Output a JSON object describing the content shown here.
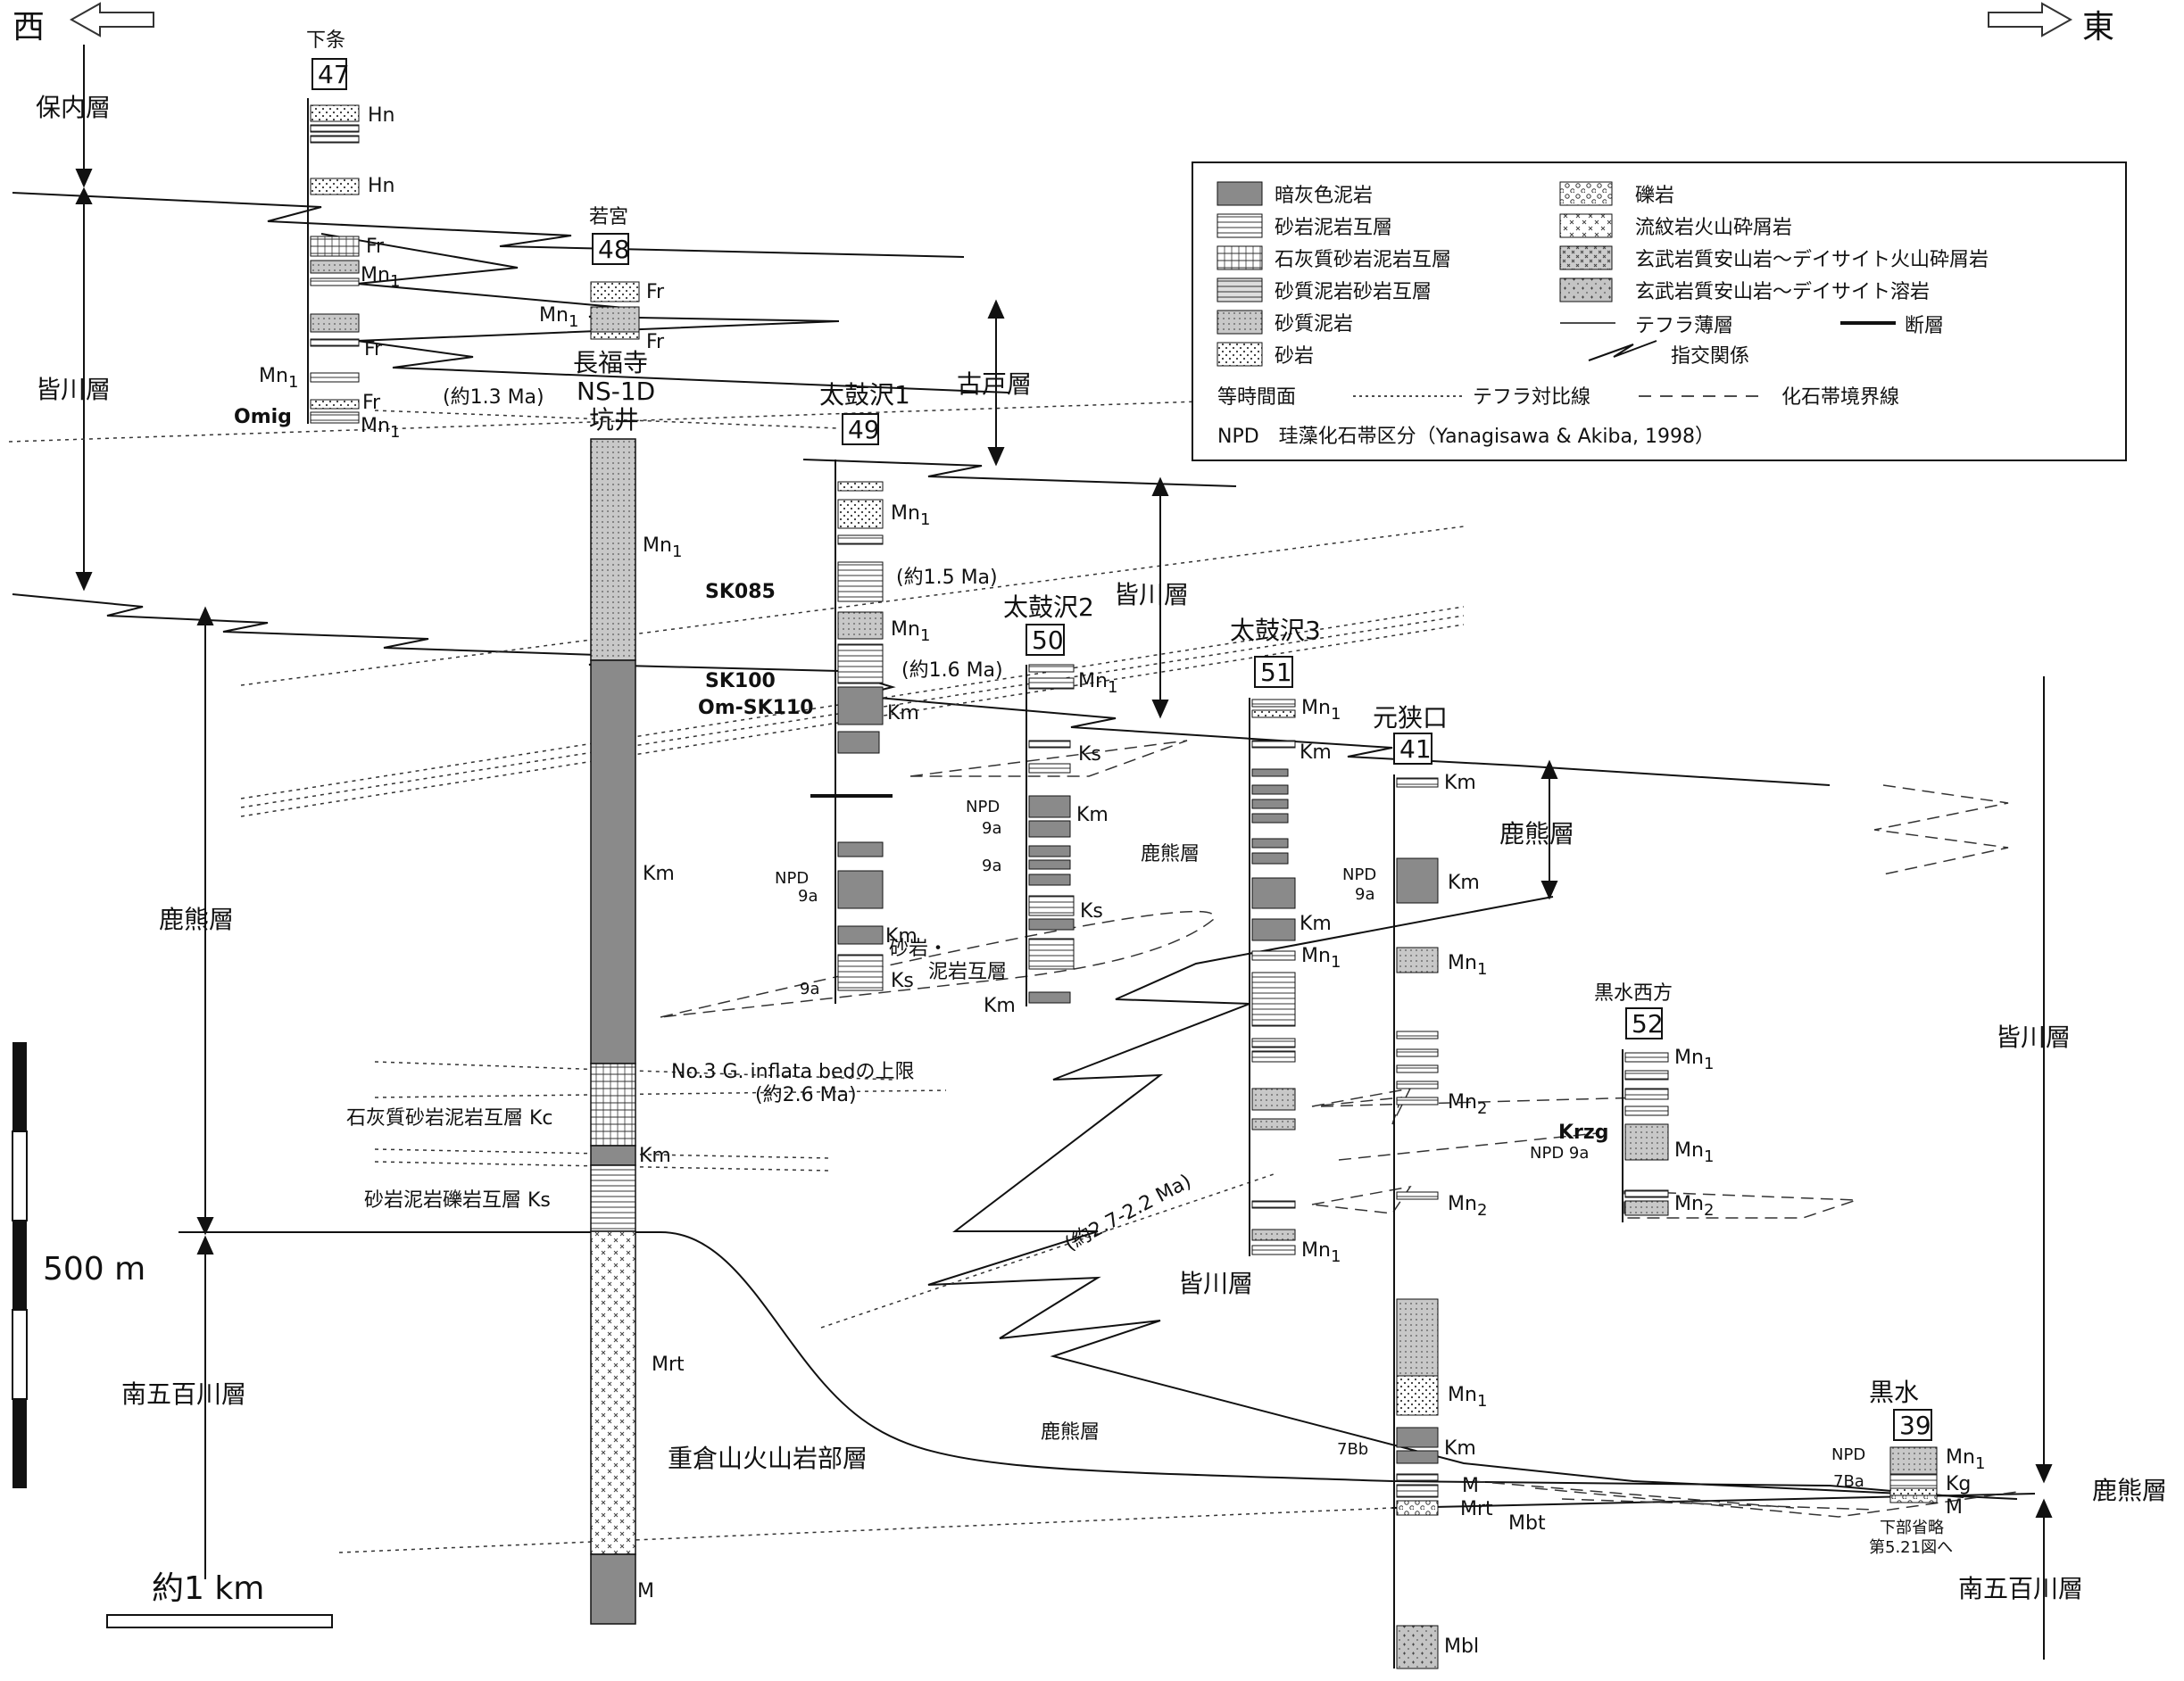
{
  "directions": {
    "west": "西",
    "east": "東"
  },
  "sections": [
    {
      "num": "47",
      "name": "下条"
    },
    {
      "num": "48",
      "name": "若宮"
    },
    {
      "num": "",
      "name_line1": "長福寺",
      "name_line2": "NS-1D",
      "name_line3": "坑井"
    },
    {
      "num": "49",
      "name": "太鼓沢1"
    },
    {
      "num": "50",
      "name": "太鼓沢2"
    },
    {
      "num": "51",
      "name": "太鼓沢3"
    },
    {
      "num": "41",
      "name": "元狭口"
    },
    {
      "num": "52",
      "name": "黒水西方"
    },
    {
      "num": "39",
      "name": "黒水"
    }
  ],
  "formations": {
    "honai": "保内層",
    "minagawa": "皆川層",
    "kakuma": "鹿熊層",
    "minamiiogawa": "南五百川層",
    "kodo": "古戸層",
    "shigekura": "重倉山火山岩部層",
    "kc_label": "石灰質砂岩泥岩互層 Kc",
    "ks_label": "砂岩泥岩礫岩互層 Ks",
    "sandstone_mud": "砂岩・",
    "sandstone_mud2": "泥岩互層"
  },
  "unit_codes": {
    "hn": "Hn",
    "fr": "Fr",
    "mn1": "Mn",
    "mn1_sub": "1",
    "mn2_sub": "2",
    "km": "Km",
    "ks": "Ks",
    "kc": "Kc",
    "mrt": "Mrt",
    "m": "M",
    "mbt": "Mbt",
    "mbl": "Mbl",
    "kg": "Kg"
  },
  "tephra": {
    "omig": "Omig",
    "sk085": "SK085",
    "sk100": "SK100",
    "omsk110": "Om-SK110",
    "krzg": "Krzg",
    "age13": "(約1.3 Ma)",
    "age15": "(約1.5 Ma)",
    "age16": "(約1.6 Ma)",
    "age26": "(約2.6 Ma)",
    "age2722": "(約2.7-2.2 Ma)",
    "inflata": "No.3 G. inflata bedの上限"
  },
  "npd": {
    "npd": "NPD",
    "9a": "9a",
    "npd9a": "NPD 9a",
    "7bb": "7Bb",
    "7ba": "7Ba"
  },
  "notes": {
    "lower_omitted": "下部省略",
    "see_fig": "第5.21図へ"
  },
  "scale": {
    "vertical": "500 m",
    "horizontal": "約1 km"
  },
  "legend": {
    "dark_mud": "暗灰色泥岩",
    "ss_mud_alt": "砂岩泥岩互層",
    "calc_ss_mud": "石灰質砂岩泥岩互層",
    "sandy_mud_ss": "砂質泥岩砂岩互層",
    "sandy_mud": "砂質泥岩",
    "sandstone": "砂岩",
    "conglomerate": "礫岩",
    "rhyolite": "流紋岩火山砕屑岩",
    "basalt_pyro": "玄武岩質安山岩〜デイサイト火山砕屑岩",
    "basalt_lava": "玄武岩質安山岩〜デイサイト溶岩",
    "tephra_thin": "テフラ薄層",
    "fault": "断層",
    "interfinger": "指交関係",
    "isochron": "等時間面",
    "tephra_corr": "テフラ対比線",
    "fossil_bound": "化石帯境界線",
    "npd_desc": "NPD　珪藻化石帯区分（Yanagisawa & Akiba, 1998）"
  }
}
